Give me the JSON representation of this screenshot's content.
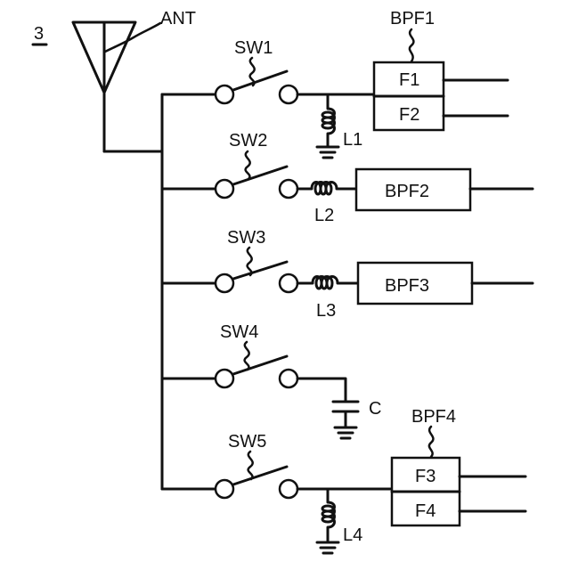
{
  "figure": {
    "ref": "3",
    "antenna": "ANT",
    "switches": [
      "SW1",
      "SW2",
      "SW3",
      "SW4",
      "SW5"
    ],
    "inductors": [
      "L1",
      "L2",
      "L3",
      "L4"
    ],
    "capacitor": "C",
    "filters": {
      "bpf1": {
        "name": "BPF1",
        "sub": [
          "F1",
          "F2"
        ]
      },
      "bpf2": {
        "name": "BPF2"
      },
      "bpf3": {
        "name": "BPF3"
      },
      "bpf4": {
        "name": "BPF4",
        "sub": [
          "F3",
          "F4"
        ]
      }
    }
  }
}
